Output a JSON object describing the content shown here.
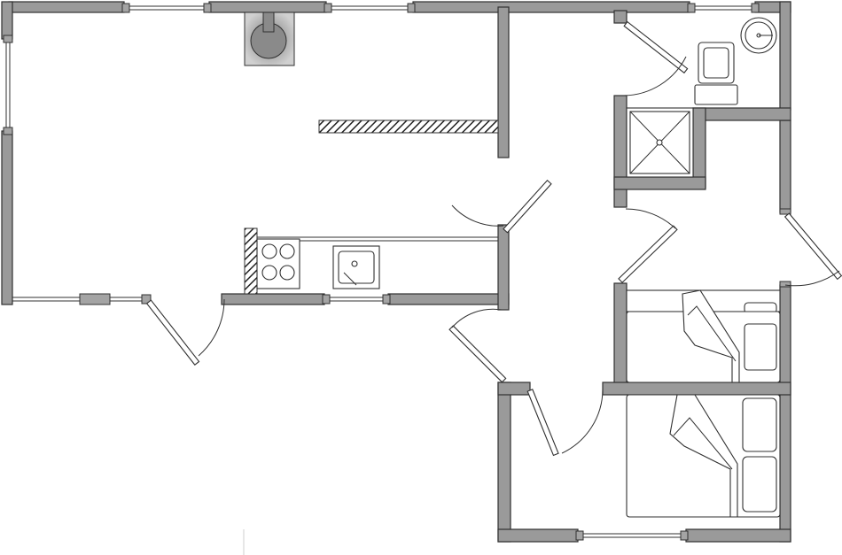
{
  "plan": {
    "colors": {
      "wall_fill": "#9a9a9a",
      "outline": "#303030",
      "stove_fill": "#8a8a8a",
      "hearth_fill": "#c8c8c8",
      "background": "#ffffff"
    },
    "rooms": [
      "living-kitchen",
      "hallway",
      "bathroom",
      "shower",
      "bedroom-small",
      "bedroom-large"
    ],
    "fixtures": [
      "wood-stove",
      "cooktop",
      "kitchen-sink",
      "toilet",
      "washbasin",
      "shower-tray",
      "bunk-bed",
      "double-bed",
      "partition-wall"
    ]
  }
}
